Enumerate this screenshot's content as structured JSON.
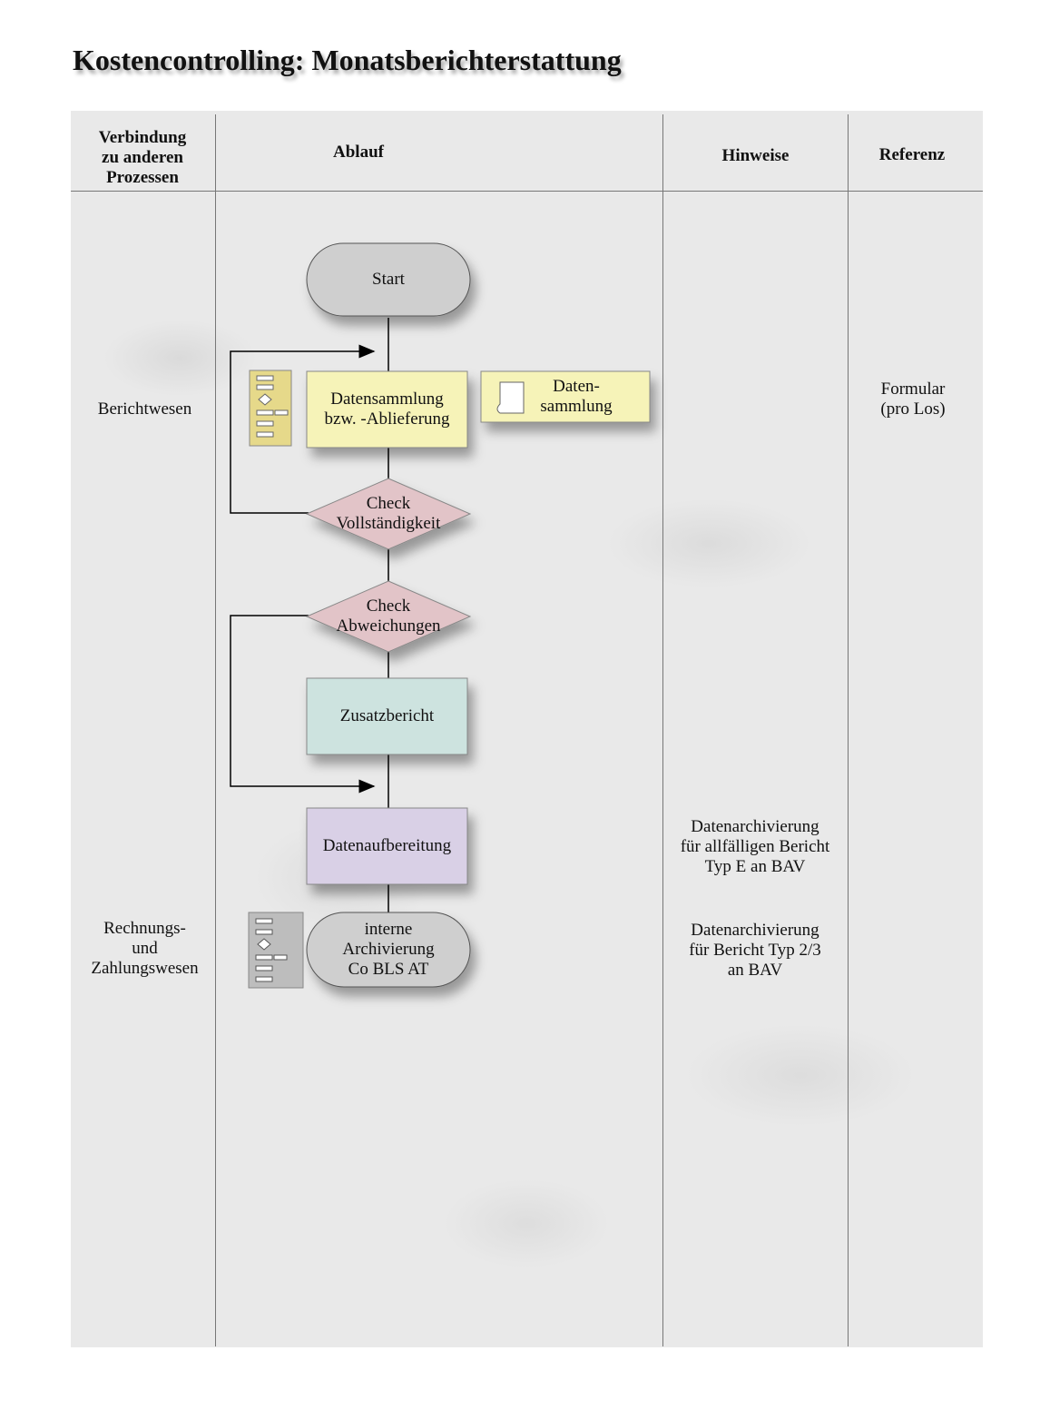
{
  "title": "Kostencontrolling: Monatsberichterstattung",
  "columns": {
    "col1": "Verbindung\nzu anderen\nProzessen",
    "col2": "Ablauf",
    "col3": "Hinweise",
    "col4": "Referenz"
  },
  "connections": {
    "berichtwesen": "Berichtwesen",
    "rechnungswesen": "Rechnungs-\nund\nZahlungswesen"
  },
  "nodes": {
    "start": "Start",
    "datensammlung": "Datensammlung\nbzw. -Ablieferung",
    "doc_datensammlung": "Daten-\nsammlung",
    "check_vollstaendigkeit": "Check\nVollständigkeit",
    "check_abweichungen": "Check\nAbweichungen",
    "zusatzbericht": "Zusatzbericht",
    "datenaufbereitung": "Datenaufbereitung",
    "archivierung": "interne\nArchivierung\nCo BLS AT"
  },
  "hints": {
    "h1": "Datenarchivierung\nfür allfälligen Bericht\nTyp E an BAV",
    "h2": "Datenarchivierung\nfür Bericht Typ 2/3\nan BAV"
  },
  "references": {
    "r1": "Formular\n(pro Los)"
  },
  "colors": {
    "start": "#cfcfcf",
    "datensammlung": "#f6f3b8",
    "check": "#e2c4c8",
    "zusatzbericht": "#cde3df",
    "datenaufbereitung": "#d9d0e6",
    "archivierung": "#cfcfcf",
    "subprocess_yellow": "#e6d98a",
    "subprocess_gray": "#bdbdbd"
  }
}
